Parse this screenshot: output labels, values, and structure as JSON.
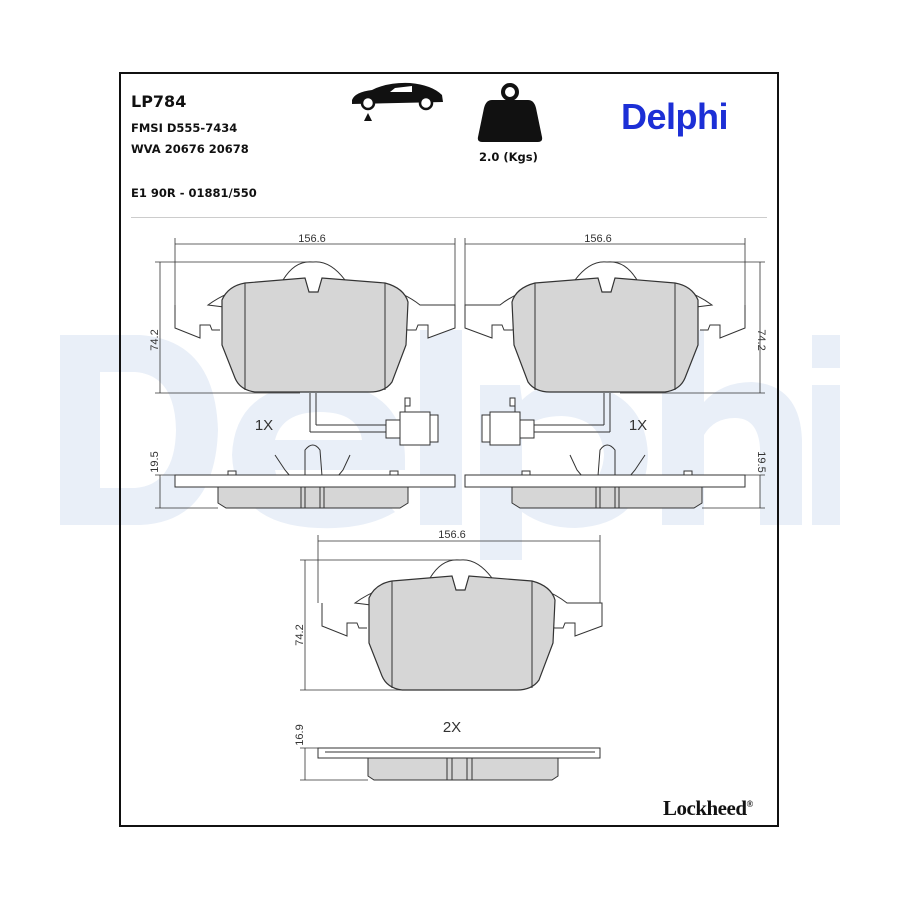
{
  "header": {
    "part_code": "LP784",
    "fmsi": "FMSI D555-7434",
    "wva": "WVA 20676 20678",
    "ece": "E1 90R - 01881/550",
    "weight": "2.0 (Kgs)",
    "brand": "Delphi",
    "brand_color": "#1c2fd6",
    "icons": [
      "car-front-axle-icon",
      "weight-icon"
    ]
  },
  "drawing": {
    "width_dim": "156.6",
    "height_dim": "74.2",
    "thickness_dim_front": "19.5",
    "thickness_dim_rear": "16.9",
    "qty_front_left": "1X",
    "qty_front_right": "1X",
    "qty_rear": "2X"
  },
  "footer": {
    "brand": "Lockheed",
    "reg": "®"
  },
  "watermark": "Delphi"
}
